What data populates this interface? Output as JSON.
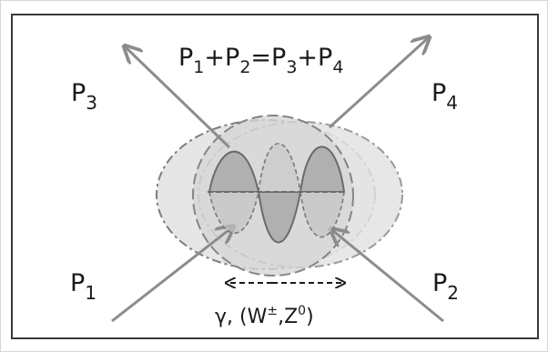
{
  "equation": {
    "p1": "P",
    "p1_sub": "1",
    "plus1": "+",
    "p2": "P",
    "p2_sub": "2",
    "eq": "=",
    "p3": "P",
    "p3_sub": "3",
    "plus2": "+",
    "p4": "P",
    "p4_sub": "4"
  },
  "labels": {
    "p1": "P",
    "p1_sub": "1",
    "p2": "P",
    "p2_sub": "2",
    "p3": "P",
    "p3_sub": "3",
    "p4": "P",
    "p4_sub": "4"
  },
  "mediator": {
    "gamma": "γ, (W",
    "w_sup": "±",
    "mid": ",Z",
    "z_sup": "0",
    "close": ")"
  },
  "colors": {
    "arrow": "#8c8c8c",
    "ellipse_fill": "#e6e6e6",
    "circle_fill": "#d6d6d6",
    "wave_fill": "#b0b0b0",
    "wave_stroke": "#6a6a6a",
    "dash_stroke": "#8a8a8a"
  }
}
